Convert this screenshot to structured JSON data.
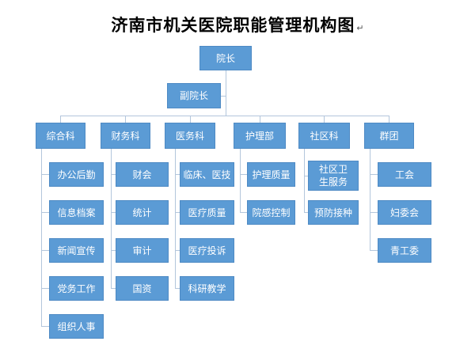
{
  "title": "济南市机关医院职能管理机构图",
  "paragraph_mark": "↵",
  "colors": {
    "box_fill": "#5b9bd5",
    "box_border": "#4e8ac4",
    "connector": "#b3c6dc",
    "box_text": "#ffffff",
    "title_text": "#000000"
  },
  "chart": {
    "type": "org-chart",
    "root": {
      "label": "院长"
    },
    "assistant": {
      "label": "副院长"
    },
    "departments": [
      {
        "label": "综合科",
        "children": [
          "办公后勤",
          "信息档案",
          "新闻宣传",
          "党务工作",
          "组织人事"
        ]
      },
      {
        "label": "财务科",
        "children": [
          "财会",
          "统计",
          "审计",
          "国资"
        ]
      },
      {
        "label": "医务科",
        "children": [
          "临床、医技",
          "医疗质量",
          "医疗投诉",
          "科研教学"
        ]
      },
      {
        "label": "护理部",
        "children": [
          "护理质量",
          "院感控制"
        ]
      },
      {
        "label": "社区科",
        "children": [
          "社区卫生服务",
          "预防接种"
        ]
      },
      {
        "label": "群团",
        "children": [
          "工会",
          "妇委会",
          "青工委"
        ]
      }
    ]
  }
}
